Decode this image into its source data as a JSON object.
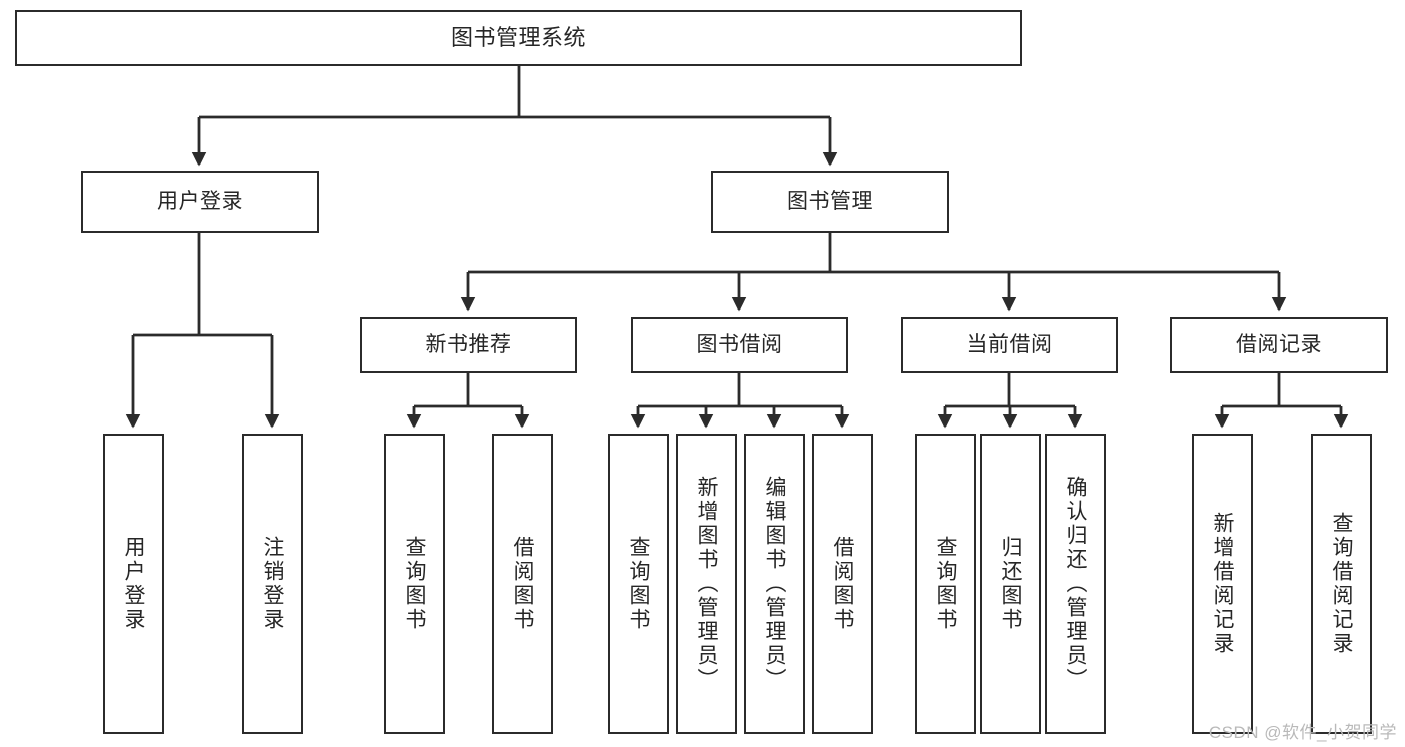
{
  "diagram": {
    "type": "tree",
    "title": "图书管理系统",
    "orientation": "top-down",
    "style": {
      "box_border_color": "#2b2b2b",
      "box_fill_color": "#ffffff",
      "text_color": "#262626",
      "edge_color": "#2b2b2b",
      "background": "#ffffff",
      "watermark_color": "#b9b9b9"
    },
    "root": {
      "id": "root",
      "label": "图书管理系统"
    },
    "level2": [
      {
        "id": "user-login",
        "label": "用户登录"
      },
      {
        "id": "book-manage",
        "label": "图书管理"
      }
    ],
    "level3": [
      {
        "id": "new-book-recommend",
        "label": "新书推荐",
        "parent": "book-manage"
      },
      {
        "id": "book-borrow",
        "label": "图书借阅",
        "parent": "book-manage"
      },
      {
        "id": "current-borrow",
        "label": "当前借阅",
        "parent": "book-manage"
      },
      {
        "id": "borrow-record",
        "label": "借阅记录",
        "parent": "book-manage"
      }
    ],
    "leaves": [
      {
        "id": "leaf-user-login",
        "label": "用户登录",
        "parent": "user-login"
      },
      {
        "id": "leaf-logout-login",
        "label": "注销登录",
        "parent": "user-login"
      },
      {
        "id": "leaf-query-book-1",
        "label": "查询图书",
        "parent": "new-book-recommend"
      },
      {
        "id": "leaf-borrow-book-1",
        "label": "借阅图书",
        "parent": "new-book-recommend"
      },
      {
        "id": "leaf-query-book-2",
        "label": "查询图书",
        "parent": "book-borrow"
      },
      {
        "id": "leaf-add-book",
        "label": "新增图书（管理员）",
        "parent": "book-borrow"
      },
      {
        "id": "leaf-edit-book",
        "label": "编辑图书（管理员）",
        "parent": "book-borrow"
      },
      {
        "id": "leaf-borrow-book-2",
        "label": "借阅图书",
        "parent": "book-borrow"
      },
      {
        "id": "leaf-query-book-3",
        "label": "查询图书",
        "parent": "current-borrow"
      },
      {
        "id": "leaf-return-book",
        "label": "归还图书",
        "parent": "current-borrow"
      },
      {
        "id": "leaf-confirm-return",
        "label": "确认归还（管理员）",
        "parent": "current-borrow"
      },
      {
        "id": "leaf-add-record",
        "label": "新增借阅记录",
        "parent": "borrow-record"
      },
      {
        "id": "leaf-query-record",
        "label": "查询借阅记录",
        "parent": "borrow-record"
      }
    ]
  },
  "watermark": {
    "text": "CSDN @软件_小贺同学"
  }
}
